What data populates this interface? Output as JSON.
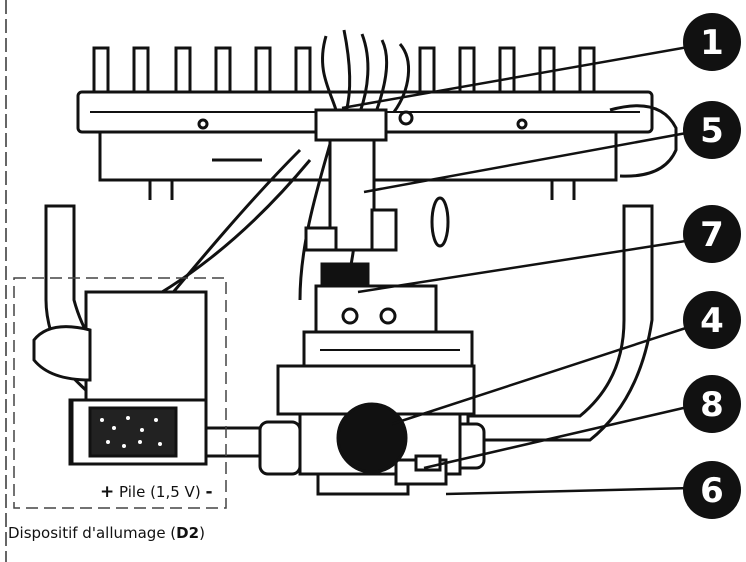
{
  "callouts": [
    {
      "number": "1"
    },
    {
      "number": "5"
    },
    {
      "number": "7"
    },
    {
      "number": "4"
    },
    {
      "number": "8"
    },
    {
      "number": "6"
    }
  ],
  "battery": {
    "plus": "+",
    "label": "Pile (1,5 V)",
    "minus": "-"
  },
  "ignition_device": {
    "text": "Dispositif d'allumage (",
    "code": "D2",
    "close": ")"
  },
  "colors": {
    "ink": "#111111",
    "paper": "#ffffff"
  }
}
